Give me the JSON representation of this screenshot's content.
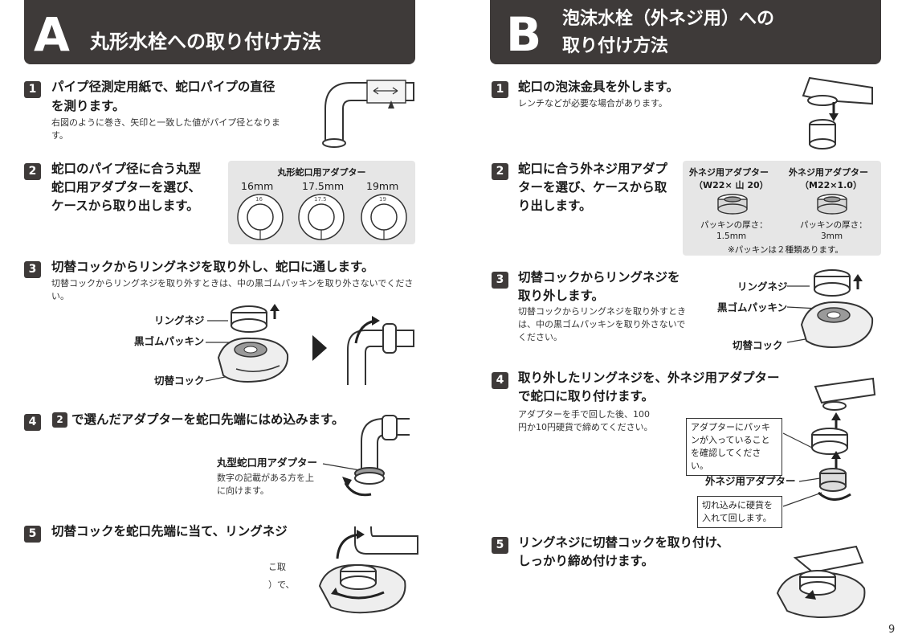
{
  "left": {
    "letter": "A",
    "title": "丸形水栓への取り付け方法",
    "steps": [
      {
        "num": "1",
        "title_line1": "パイプ径測定用紙で、蛇口パイプの直径",
        "title_line2": "を測ります。",
        "sub": "右図のように巻き、矢印と一致した値がパイプ径となります。"
      },
      {
        "num": "2",
        "title_line1": "蛇口のパイプ径に合う丸型",
        "title_line2": "蛇口用アダプターを選び、",
        "title_line3": "ケースから取り出します。"
      },
      {
        "num": "3",
        "title": "切替コックからリングネジを取り外し、蛇口に通します。",
        "sub": "切替コックからリングネジを取り外すときは、中の黒ゴムパッキンを取り外さないでください。"
      },
      {
        "num": "4",
        "ref_num": "2",
        "title": "で選んだアダプターを蛇口先端にはめ込みます。"
      },
      {
        "num": "5",
        "title": "切替コックを蛇口先端に当て、リングネジ",
        "cut1": "こ取",
        "cut2": "）で、"
      }
    ],
    "adapter_box": {
      "title": "丸形蛇口用アダプター",
      "sizes": [
        "16mm",
        "17.5mm",
        "19mm"
      ],
      "marks": [
        "16",
        "17.5",
        "19"
      ]
    },
    "labels": {
      "ring_screw": "リングネジ",
      "black_packing": "黒ゴムパッキン",
      "switch_cock": "切替コック",
      "round_adapter": "丸型蛇口用アダプター",
      "adapter_note": "数字の記載がある方を上に向けます。"
    }
  },
  "right": {
    "letter": "B",
    "title_line1": "泡沫水栓（外ネジ用）への",
    "title_line2": "取り付け方法",
    "steps": [
      {
        "num": "1",
        "title": "蛇口の泡沫金具を外します。",
        "sub": "レンチなどが必要な場合があります。"
      },
      {
        "num": "2",
        "title_line1": "蛇口に合う外ネジ用アダプ",
        "title_line2": "ターを選び、ケースから取",
        "title_line3": "り出します。"
      },
      {
        "num": "3",
        "title_line1": "切替コックからリングネジを",
        "title_line2": "取り外します。",
        "sub": "切替コックからリングネジを取り外すときは、中の黒ゴムパッキンを取り外さないでください。"
      },
      {
        "num": "4",
        "title_line1": "取り外したリングネジを、外ネジ用アダプター",
        "title_line2": "で蛇口に取り付けます。",
        "sub": "アダプターを手で回した後、100円か10円硬貨で締めてください。"
      },
      {
        "num": "5",
        "title_line1": "リングネジに切替コックを取り付け、",
        "title_line2": "しっかり締め付けます。"
      }
    ],
    "adapter_box": {
      "items": [
        {
          "name": "外ネジ用アダプター",
          "spec": "（W22× 山 20）",
          "thick_label": "パッキンの厚さ：",
          "thick": "1.5mm"
        },
        {
          "name": "外ネジ用アダプター",
          "spec": "（M22×1.0）",
          "thick_label": "パッキンの厚さ：",
          "thick": "3mm"
        }
      ],
      "note": "※パッキンは２種類あります。"
    },
    "labels": {
      "ring_screw": "リングネジ",
      "black_packing": "黒ゴムパッキン",
      "switch_cock": "切替コック",
      "outer_adapter": "外ネジ用アダプター",
      "check_note": "アダプターにパッキンが入っていることを確認してください。",
      "coin_note": "切れ込みに硬貨を入れて回します。"
    }
  },
  "page_number": "9"
}
